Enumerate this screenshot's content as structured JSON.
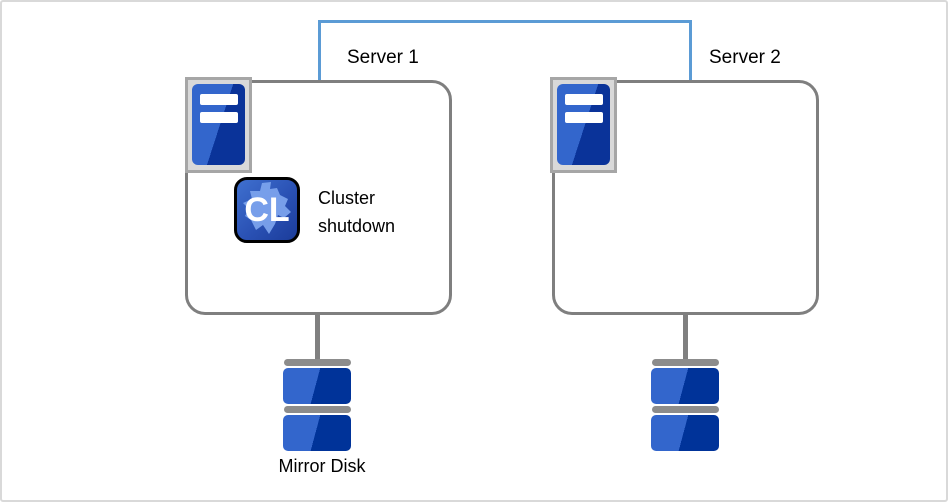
{
  "canvas": {
    "background": "#ffffff",
    "border_color": "#d9d9d9"
  },
  "interconnect": {
    "description": "network link joining Server 1 and Server 2",
    "color": "#5B9BD5"
  },
  "servers": [
    {
      "label": "Server 1",
      "icon": "tower-server-icon"
    },
    {
      "label": "Server 2",
      "icon": "tower-server-icon"
    }
  ],
  "cluster_action": {
    "icon": "cl-app-icon",
    "letters": "CL",
    "text": "Cluster\nshutdown"
  },
  "disks": [
    {
      "label": "Mirror Disk",
      "icon": "mirror-disk-icon"
    },
    {
      "label": "",
      "icon": "mirror-disk-icon"
    }
  ],
  "colors": {
    "link_blue": "#5B9BD5",
    "server_box_border": "#7f7f7f",
    "icon_frame_fill": "#d9d9d9",
    "icon_frame_border": "#a6a6a6",
    "device_light_blue": "#3366CC",
    "device_dark_blue": "#003399",
    "stem_gray": "#808080",
    "disk_cap_gray": "#8c8c8c",
    "cl_background_light": "#3F70CF",
    "cl_background_dark": "#1B3C9A",
    "cl_blob_blue": "#7BA2EC"
  }
}
